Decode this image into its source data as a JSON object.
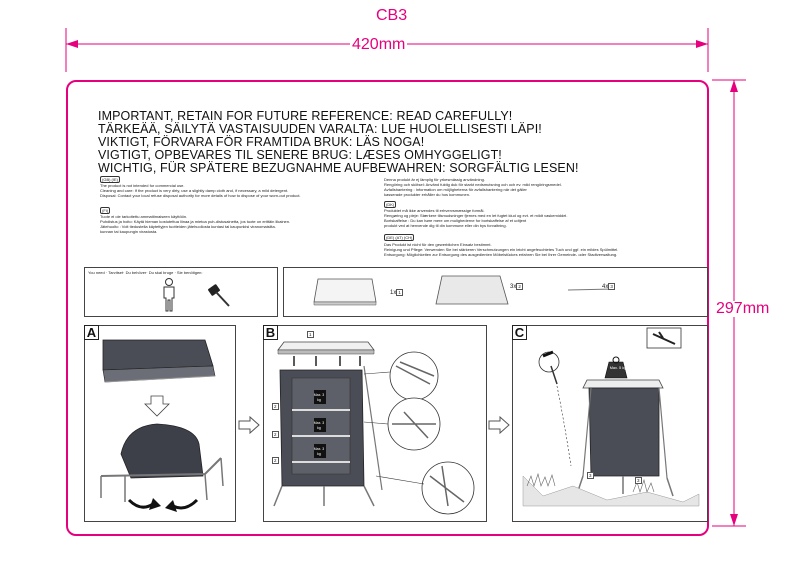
{
  "sheet": {
    "format": "CB3",
    "width_label": "420mm",
    "height_label": "297mm",
    "accent_color": "#e6007e"
  },
  "warnings": [
    "IMPORTANT, RETAIN FOR FUTURE REFERENCE: READ CAREFULLY!",
    "TÄRKEÄÄ, SÄILYTÄ VASTAISUUDEN VARALTA: LUE HUOLELLISESTI LÄPI!",
    "VIKTIGT, FÖRVARA FÖR FRAMTIDA BRUK: LÄS NOGA!",
    "VIGTIGT, OPBEVARES TIL SENERE BRUG: LÆSES OMHYGGELIGT!",
    "WICHTIG, FÜR SPÄTERE BEZUGNAHME AUFBEWAHREN: SORGFÄLTIG LESEN!"
  ],
  "info_blocks": {
    "en": {
      "tag": "(GB) (IE)",
      "lines": [
        "The product is not intended for commercial use.",
        "Cleaning and care: If the product is very dirty, use a slightly damp cloth and, if necessary, a mild detergent.",
        "Disposal: Contact your local refuse disposal authority for more details of how to dispose of your worn-out product."
      ]
    },
    "fi": {
      "tag": "(FI)",
      "lines": [
        "Tuote ei ole tarkoitettu ammattimaiseen käyttöön.",
        "Puhdistus ja hoito: Käytä hieman kostutettua liinaa ja mietoa puh-distusainetta, jos tuote on erittäin likainen.",
        "Jätehuolto : Voit tiedustella käytettyjen tuotteiden jätehuollosta kuntasi tai kaupunkisi viranomaisilta.",
        "kunnan tai kaupungin virastosta."
      ]
    },
    "se": {
      "lines": [
        "Denna produkt är ej lämplig för yrkesmässig användning.",
        "Rengöring och skötsel: Använd fuktig duk för starkt nedsmutsning och och ev. mild rengöringsmedel.",
        "Avfallshantering : Information om möjligheterna för avfallshantering när det gäller",
        "kasserade produkter erhåller du hos kommunen."
      ]
    },
    "dk": {
      "tag": "(DK)",
      "lines": [
        "Produktet må ikke anvendes til erhvervsmæssige formål.",
        "Rengøring og pleje: Stærkere tilsmudsninger fjernes med en let fugtet klud og evt. et mildt vaskemiddel.",
        "Bortskaffelse : Du kan høre mere om mulighederne for bortskaffelse af et udtjent",
        "produkt ved at henvende dig til din kommune eller din bys forvaltning."
      ]
    },
    "de": {
      "tag": "(DE) (AT) (CH)",
      "lines": [
        "Das Produkt ist nicht für den gewerblichen Einsatz bestimmt.",
        "Reinigung und Pflege: Verwenden Sie bei stärkeren Verschmutzungen ein leicht angefeuchtetes Tuch und ggf. ein mildes Spülmittel.",
        "Entsorgung: Möglichkeiten zur Entsorgung des ausgedienten Möbelstückes erfahren Sie bei Ihrer Gemeinde- oder Stadtverwaltung."
      ]
    }
  },
  "tools_panel": {
    "label": "You need · Tarvitset· Du behöver· Du skal bruge · Sie benötigen:",
    "icons": [
      "person-icon",
      "mallet-icon"
    ]
  },
  "parts_panel": {
    "parts": [
      {
        "qty": "1x",
        "num": "1",
        "name": "table-top"
      },
      {
        "qty": "",
        "num": "",
        "name": "cabinet-body"
      },
      {
        "qty": "3x",
        "num": "2",
        "name": "shelf"
      },
      {
        "qty": "4x",
        "num": "3",
        "name": "ground-peg"
      }
    ]
  },
  "steps": [
    {
      "letter": "A"
    },
    {
      "letter": "B",
      "callout": "1",
      "loads": [
        "Max. 3 kg",
        "Max. 3 kg",
        "Max. 3 kg"
      ],
      "shelf_num": "2"
    },
    {
      "letter": "C",
      "load": "Max. 5 kg",
      "peg_num": "3"
    }
  ]
}
